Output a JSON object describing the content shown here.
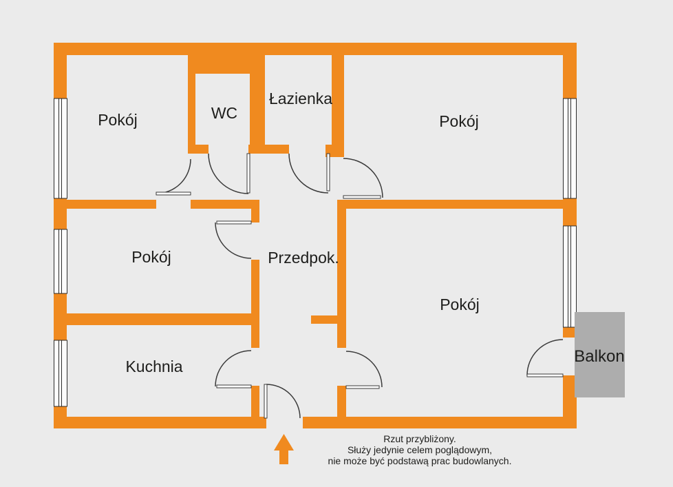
{
  "colors": {
    "wall": "#F08A1F",
    "background": "#EBEBEB",
    "balcony": "#ADADAD",
    "text": "#1D1D1B",
    "line": "#3A3A3A"
  },
  "rooms": {
    "room_top_left": {
      "label": "Pokój"
    },
    "wc": {
      "label": "WC"
    },
    "bathroom": {
      "label": "Łazienka"
    },
    "room_top_right": {
      "label": "Pokój"
    },
    "room_middle_left": {
      "label": "Pokój"
    },
    "hallway": {
      "label": "Przedpok."
    },
    "room_bottom_right": {
      "label": "Pokój"
    },
    "kitchen": {
      "label": "Kuchnia"
    },
    "balcony": {
      "label": "Balkon"
    }
  },
  "disclaimer": {
    "line1": "Rzut przybliżony.",
    "line2": "Służy jedynie celem poglądowym,",
    "line3": "nie może być podstawą prac budowlanych."
  },
  "icons": {
    "entrance_arrow": "up-arrow"
  }
}
